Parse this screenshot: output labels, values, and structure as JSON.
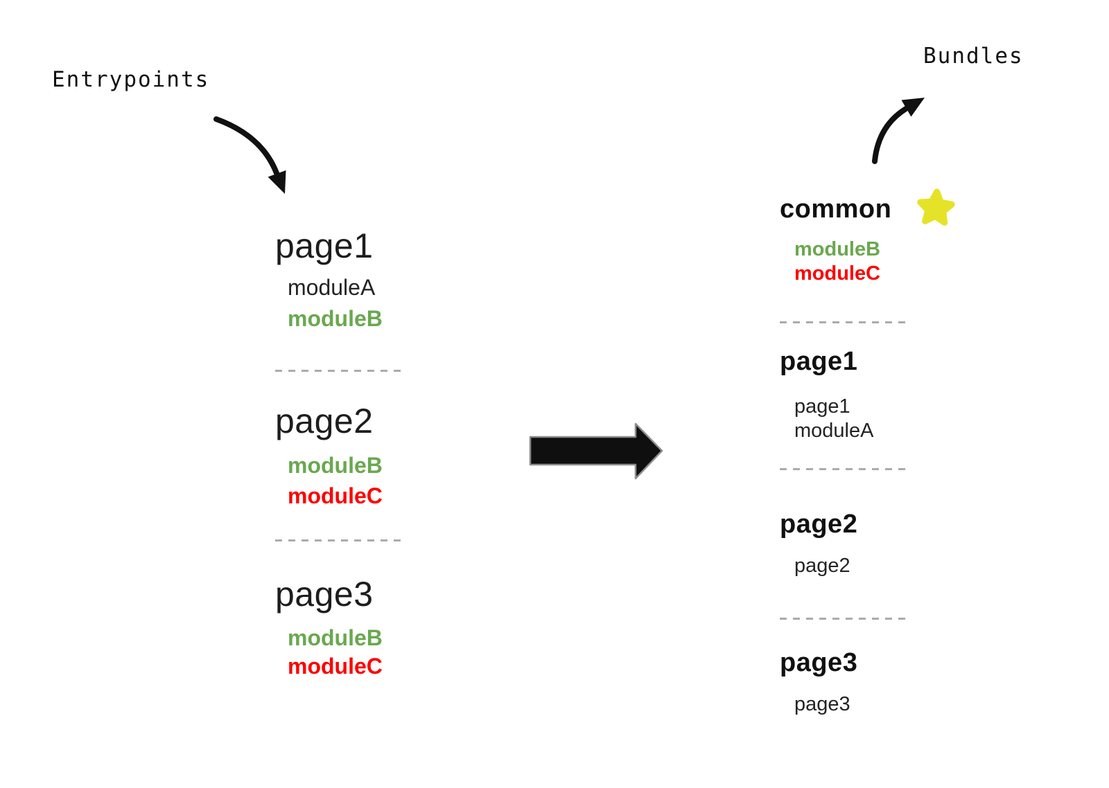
{
  "labels": {
    "entrypoints": "Entrypoints",
    "bundles": "Bundles"
  },
  "colors": {
    "module_green": "#6aa84f",
    "module_red": "#ff0000",
    "text": "#1d1d1d",
    "dash_gray": "#ababab",
    "star_yellow": "#e5e327",
    "arrow_black": "#111111"
  },
  "icons": {
    "star": "star-icon",
    "arrow_right": "thick-right-arrow-icon",
    "arrow_curve_down": "curved-arrow-down-icon",
    "arrow_curve_up": "curved-arrow-up-icon"
  },
  "entrypoints": [
    {
      "name": "page1",
      "modules": [
        {
          "name": "moduleA",
          "color": "black"
        },
        {
          "name": "moduleB",
          "color": "green"
        }
      ]
    },
    {
      "name": "page2",
      "modules": [
        {
          "name": "moduleB",
          "color": "green"
        },
        {
          "name": "moduleC",
          "color": "red"
        }
      ]
    },
    {
      "name": "page3",
      "modules": [
        {
          "name": "moduleB",
          "color": "green"
        },
        {
          "name": "moduleC",
          "color": "red"
        }
      ]
    }
  ],
  "bundles": [
    {
      "name": "common",
      "starred": true,
      "modules": [
        {
          "name": "moduleB",
          "color": "green"
        },
        {
          "name": "moduleC",
          "color": "red"
        }
      ]
    },
    {
      "name": "page1",
      "modules": [
        {
          "name": "page1",
          "color": "black"
        },
        {
          "name": "moduleA",
          "color": "black"
        }
      ]
    },
    {
      "name": "page2",
      "modules": [
        {
          "name": "page2",
          "color": "black"
        }
      ]
    },
    {
      "name": "page3",
      "modules": [
        {
          "name": "page3",
          "color": "black"
        }
      ]
    }
  ]
}
